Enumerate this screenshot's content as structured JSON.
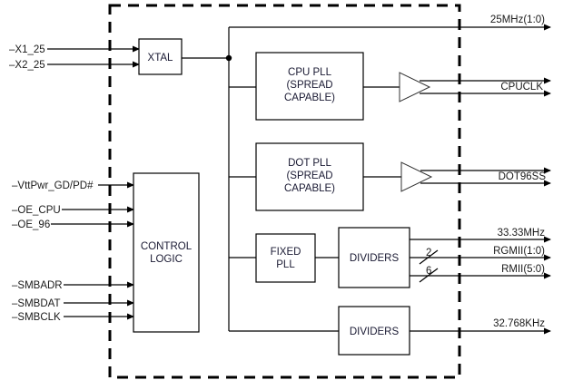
{
  "diagram": {
    "type": "clock-generator block diagram",
    "blocks": {
      "xtal": "XTAL",
      "cpu_pll": [
        "CPU PLL",
        "(SPREAD",
        "CAPABLE)"
      ],
      "dot_pll": [
        "DOT PLL",
        "(SPREAD",
        "CAPABLE)"
      ],
      "fixed_pll": [
        "FIXED",
        "PLL"
      ],
      "dividers_1": "DIVIDERS",
      "dividers_2": "DIVIDERS",
      "control_logic": [
        "CONTROL",
        "LOGIC"
      ]
    },
    "inputs": {
      "x1": "X1_25",
      "x2": "X2_25",
      "vttpwr": "VttPwr_GD/PD#",
      "oe_cpu": "OE_CPU",
      "oe_96": "OE_96",
      "smbadr": "SMBADR",
      "smbdat": "SMBDAT",
      "smbclk": "SMBCLK"
    },
    "outputs": {
      "ref": "25MHz(1:0)",
      "cpuclk": "CPUCLK",
      "dot96": "DOT96SS",
      "mhz33": "33.33MHz",
      "rgmii": "RGMII(1:0)",
      "rmii": "RMII(5:0)",
      "khz32": "32.768KHz"
    },
    "bus_widths": {
      "rgmii": "2",
      "rmii": "6"
    },
    "input_prefix": "–"
  }
}
